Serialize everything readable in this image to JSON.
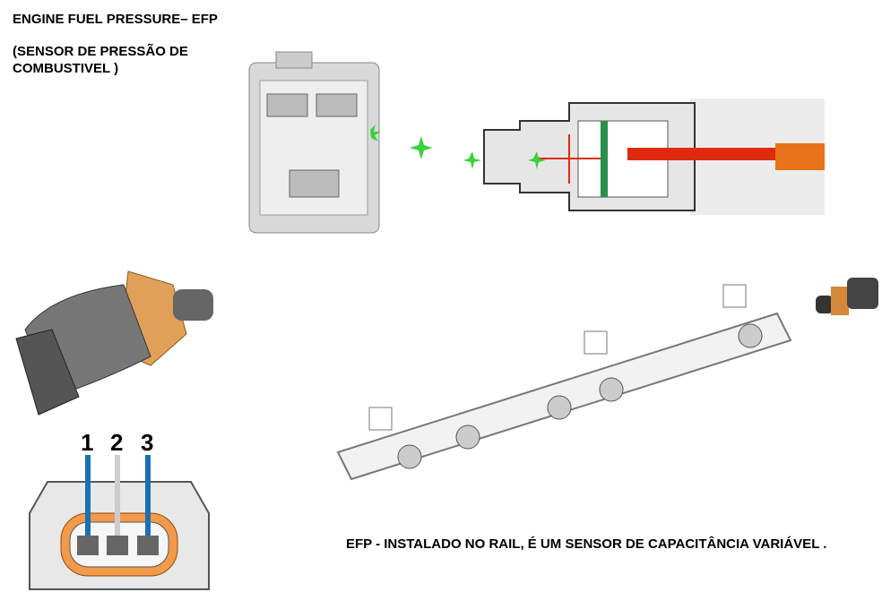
{
  "title": "ENGINE FUEL PRESSURE– EFP",
  "subtitle": "(SENSOR DE PRESSÃO DE COMBUSTIVEL )",
  "caption": "EFP -  INSTALADO NO RAIL, É UM SENSOR DE CAPACITÂNCIA VARIÁVEL .",
  "pins": [
    "1",
    "2",
    "3"
  ],
  "colors": {
    "blue_wire": "#1a6fb5",
    "orange": "#e8731a",
    "red": "#e02a10",
    "green": "#3ad13a"
  }
}
